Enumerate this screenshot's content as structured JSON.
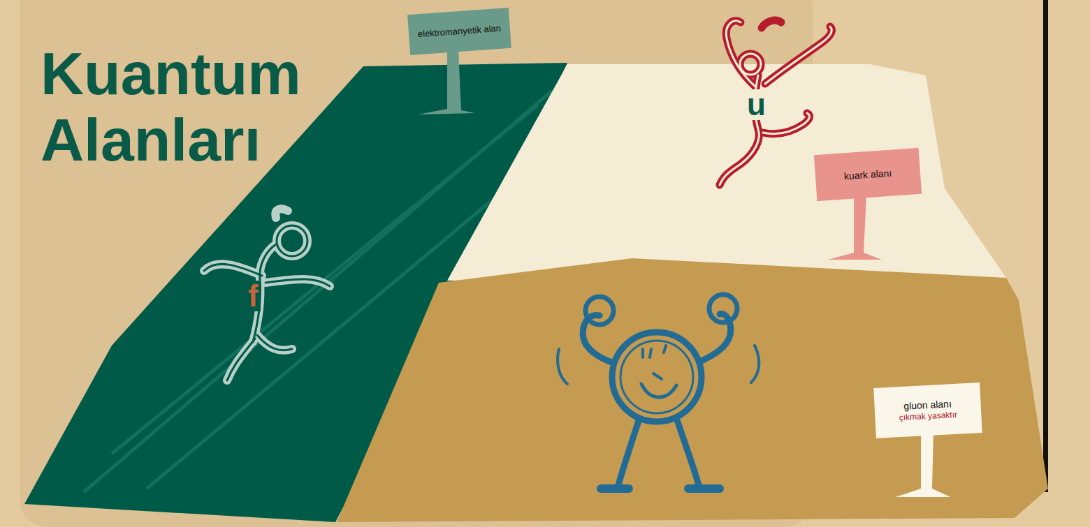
{
  "diagram": {
    "title": "Kuantum Alanları",
    "nodes": [
      {
        "text": [
          "elektromanyetik alan"
        ]
      },
      {
        "text": [
          "kuark alanı"
        ]
      },
      {
        "text": [
          "gluon alanı",
          "çıkmak yasaktır"
        ]
      }
    ],
    "labels": [
      "f",
      "u"
    ]
  }
}
